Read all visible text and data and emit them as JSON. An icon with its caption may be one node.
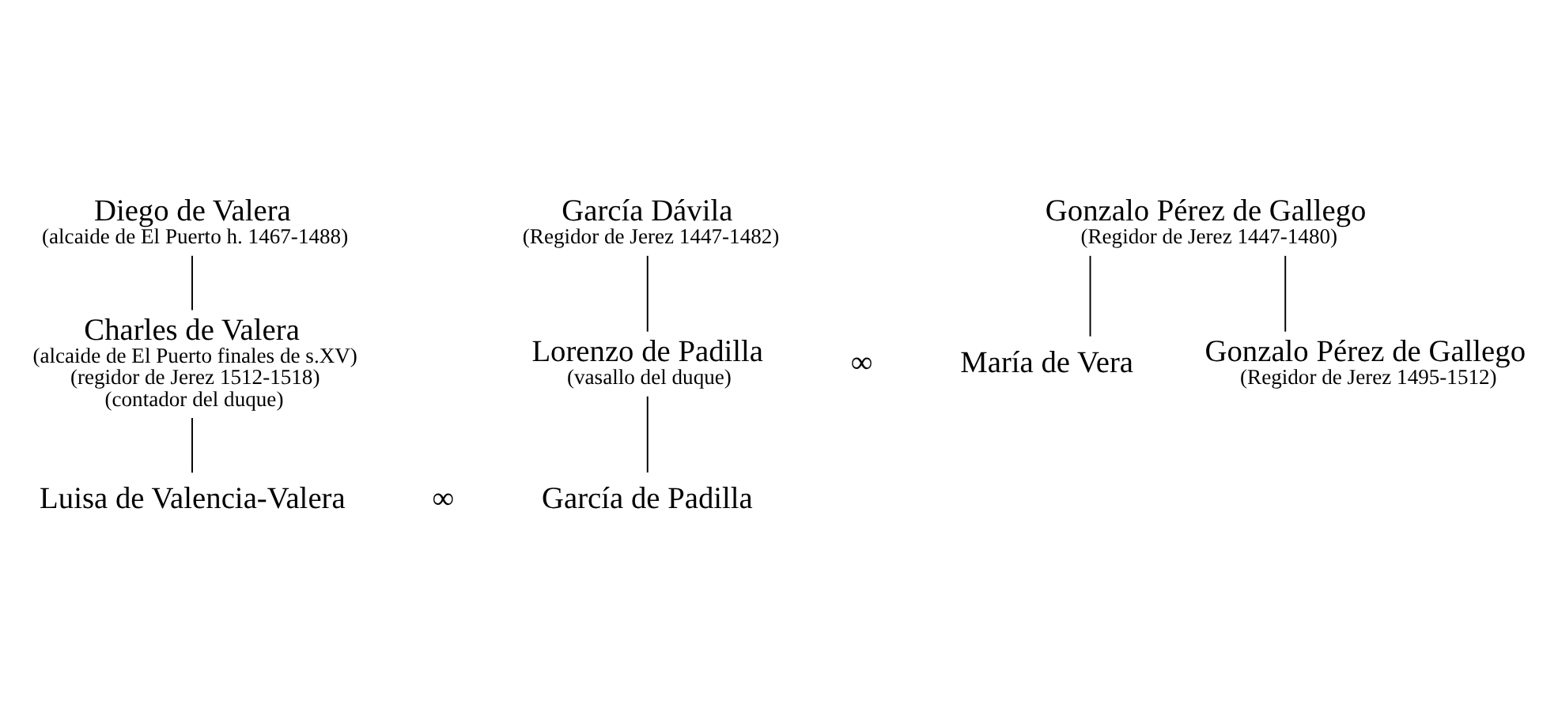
{
  "diagram": {
    "nodes": [
      {
        "text": [
          "Diego de Valera",
          "(alcaide de El Puerto h. 1467-1488)"
        ]
      },
      {
        "text": [
          "García Dávila",
          "(Regidor de Jerez 1447-1482)"
        ]
      },
      {
        "text": [
          "Gonzalo Pérez de Gallego",
          "(Regidor de Jerez 1447-1480)"
        ]
      },
      {
        "text": [
          "Charles de Valera",
          "(alcaide de El Puerto finales de s.XV)",
          "(regidor de Jerez 1512-1518)",
          "(contador del duque)"
        ]
      },
      {
        "text": [
          "Lorenzo de Padilla",
          "(vasallo del duque)"
        ]
      },
      {
        "text": [
          "María de Vera"
        ]
      },
      {
        "text": [
          "Gonzalo Pérez de Gallego",
          "(Regidor de Jerez 1495-1512)"
        ]
      },
      {
        "text": [
          "Luisa de Valencia-Valera"
        ]
      },
      {
        "text": [
          "García de Padilla"
        ]
      }
    ],
    "edges": [
      {
        "from": 0,
        "to": 3,
        "arrow": "none"
      },
      {
        "from": 1,
        "to": 4,
        "arrow": "none"
      },
      {
        "from": 2,
        "to": 5,
        "arrow": "none"
      },
      {
        "from": 2,
        "to": 6,
        "arrow": "none"
      },
      {
        "from": 3,
        "to": 7,
        "arrow": "none"
      },
      {
        "from": 4,
        "to": 8,
        "arrow": "none"
      }
    ],
    "labels": [
      "∞",
      "∞"
    ]
  }
}
